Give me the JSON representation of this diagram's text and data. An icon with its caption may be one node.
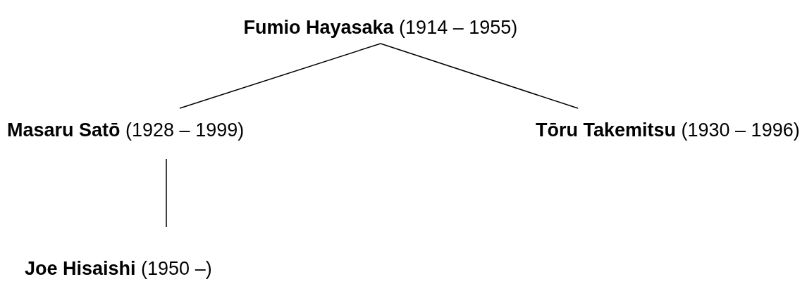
{
  "diagram": {
    "nodes": [
      {
        "text": [
          "**Fumio Hayasaka** (1914 – 1955)"
        ]
      },
      {
        "text": [
          "**Masaru Satō** (1928 – 1999)"
        ]
      },
      {
        "text": [
          "**Tōru Takemitsu** (1930 – 1996)"
        ]
      },
      {
        "text": [
          "**Joe Hisaishi** (1950 –)"
        ]
      }
    ],
    "edges": [
      {
        "from": 0,
        "to": 1,
        "arrow": "none"
      },
      {
        "from": 0,
        "to": 2,
        "arrow": "none"
      },
      {
        "from": 1,
        "to": 3,
        "arrow": "none"
      }
    ]
  }
}
